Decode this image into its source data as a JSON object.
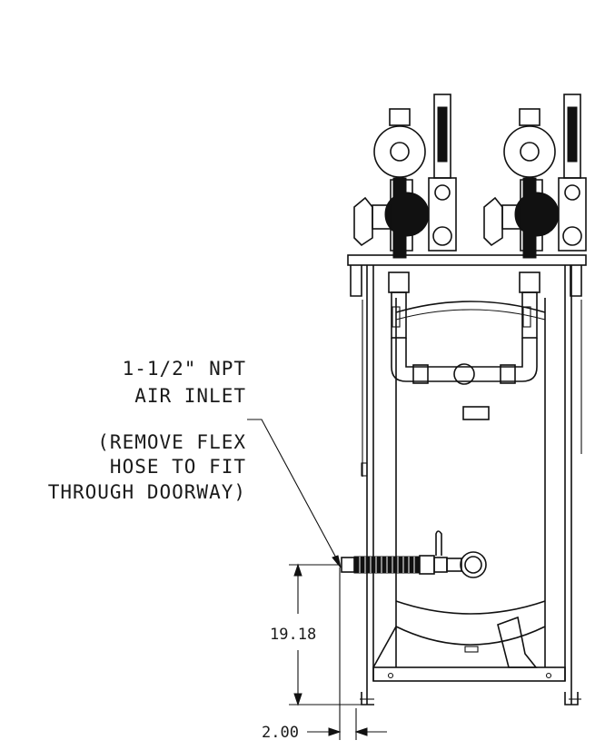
{
  "callout": {
    "line1": "1-1/2\" NPT",
    "line2": "AIR INLET",
    "line3": "(REMOVE FLEX",
    "line4": "HOSE TO FIT",
    "line5": "THROUGH DOORWAY)"
  },
  "dimensions": {
    "height": "19.18",
    "offset": "2.00"
  }
}
